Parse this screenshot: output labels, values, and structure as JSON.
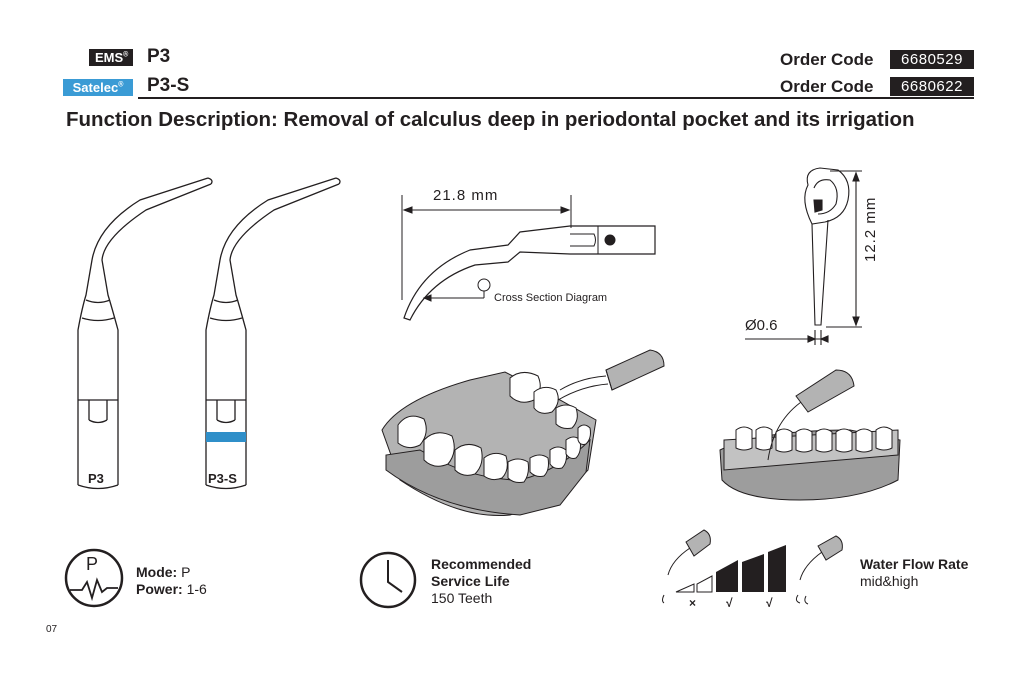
{
  "header": {
    "brand1": {
      "badge": "EMS",
      "reg": "®",
      "model": "P3",
      "order_label": "Order Code",
      "order_code": "6680529"
    },
    "brand2": {
      "badge": "Satelec",
      "reg": "®",
      "model": "P3-S",
      "order_label": "Order Code",
      "order_code": "6680622"
    }
  },
  "function_description": "Function Description: Removal of calculus deep in periodontal pocket and its irrigation",
  "tips": {
    "left_label": "P3",
    "right_label": "P3-S",
    "band_color": "#2f8fc9"
  },
  "diagram": {
    "length": "21.8 mm",
    "cross_section": "Cross Section Diagram",
    "height": "12.2 mm",
    "diameter": "0.6",
    "diameter_symbol": "Ø"
  },
  "specs": {
    "mode_label": "Mode:",
    "mode_value": "P",
    "power_label": "Power:",
    "power_value": "1-6",
    "mode_icon_letter": "P",
    "service_title_line1": "Recommended",
    "service_title_line2": "Service Life",
    "service_value": "150 Teeth",
    "flow_marks": [
      "×",
      "√",
      "√"
    ],
    "water_title": "Water Flow Rate",
    "water_value": "mid&high"
  },
  "page_number": "07"
}
